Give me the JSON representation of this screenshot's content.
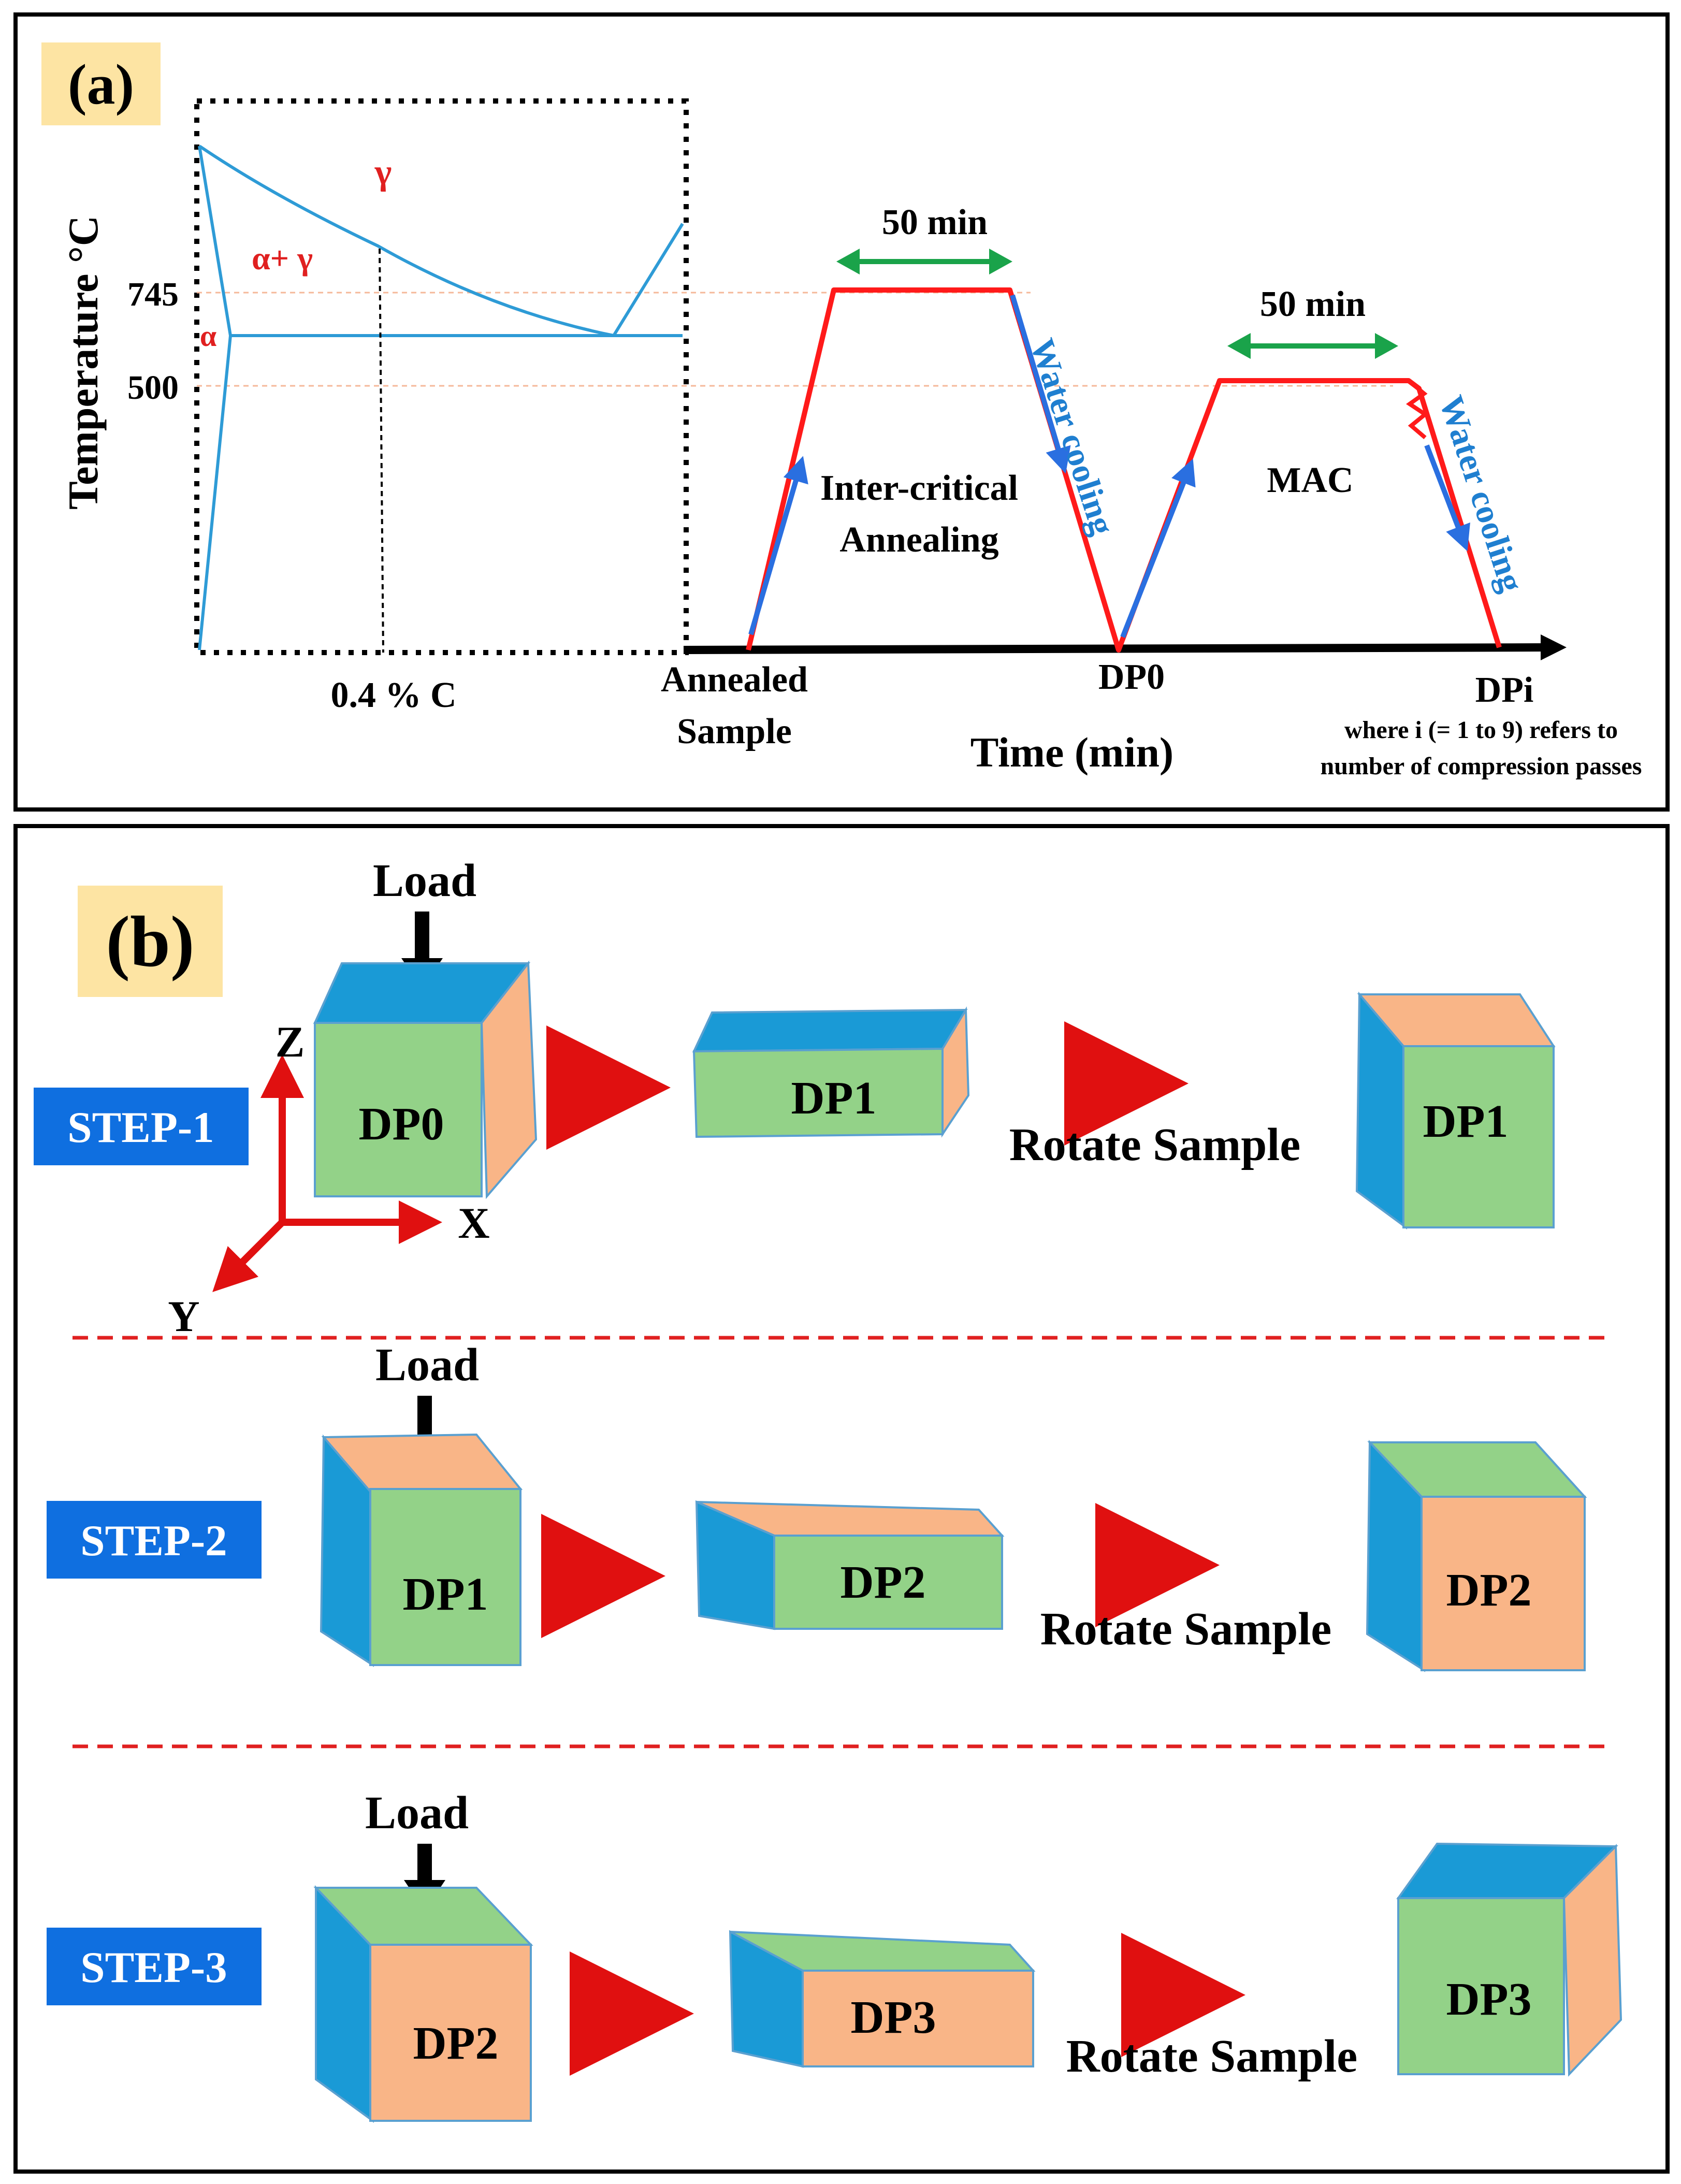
{
  "panel_a": {
    "label": "(a)",
    "phase_diagram": {
      "y_axis_label": "Temperature °C",
      "tick_745": "745",
      "tick_500": "500",
      "phase_gamma": "γ",
      "phase_alpha_gamma": "α+ γ",
      "phase_alpha": "α",
      "carbon_label": "0.4 % C"
    },
    "schedule": {
      "hold_1_label": "50 min",
      "hold_2_label": "50 min",
      "water_cooling_1": "Water cooling",
      "water_cooling_2": "Water cooling",
      "stage_1_line1": "Inter-critical",
      "stage_1_line2": "Annealing",
      "stage_2": "MAC",
      "point_annealed_line1": "Annealed",
      "point_annealed_line2": "Sample",
      "point_dp0": "DP0",
      "point_dpi": "DPi",
      "x_axis_label": "Time (min)",
      "note_line1": "where i (= 1 to 9) refers to",
      "note_line2": "number of compression passes"
    }
  },
  "panel_b": {
    "label": "(b)",
    "axes": {
      "z": "Z",
      "x": "X",
      "y": "Y"
    },
    "rotate_label": "Rotate Sample",
    "load_label": "Load",
    "steps": [
      {
        "name": "STEP-1",
        "cube_before": "DP0",
        "cube_compressed": "DP1",
        "cube_rotated": "DP1"
      },
      {
        "name": "STEP-2",
        "cube_before": "DP1",
        "cube_compressed": "DP2",
        "cube_rotated": "DP2"
      },
      {
        "name": "STEP-3",
        "cube_before": "DP2",
        "cube_compressed": "DP3",
        "cube_rotated": "DP3"
      }
    ]
  },
  "colors": {
    "phase_line": "#2e9bd6",
    "red_text": "#e02020",
    "schedule_red": "#ff1a1a",
    "schedule_blue": "#2a6fe0",
    "green_arrow": "#1aa34a",
    "water_text": "#1f7fd0",
    "face_green": "#93d288",
    "face_orange": "#f9b587",
    "face_blue": "#1a9ad6",
    "step_bg": "#0f6fe0",
    "label_bg": "#fde4a3",
    "process_arrow": "#e01010"
  }
}
